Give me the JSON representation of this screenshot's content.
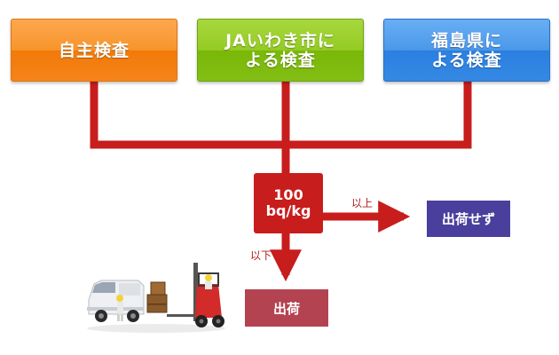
{
  "sources": [
    {
      "line1": "自主検査",
      "line2": ""
    },
    {
      "line1": "JAいわき市に",
      "line2": "よる検査"
    },
    {
      "line1": "福島県に",
      "line2": "よる検査"
    }
  ],
  "threshold": {
    "line1": "100",
    "line2": "bq/kg"
  },
  "edges": {
    "above_label": "以上",
    "below_label": "以下"
  },
  "outcomes": {
    "ship": "出荷",
    "no_ship": "出荷せず"
  },
  "colors": {
    "connector": "#c81d1d",
    "self_inspection": "#f5841a",
    "ja_inspection": "#83bf14",
    "pref_inspection": "#3589e4",
    "ship_box": "#b44352",
    "no_ship_box": "#4a3f9c"
  },
  "illustration": "van-and-forklift-icon"
}
